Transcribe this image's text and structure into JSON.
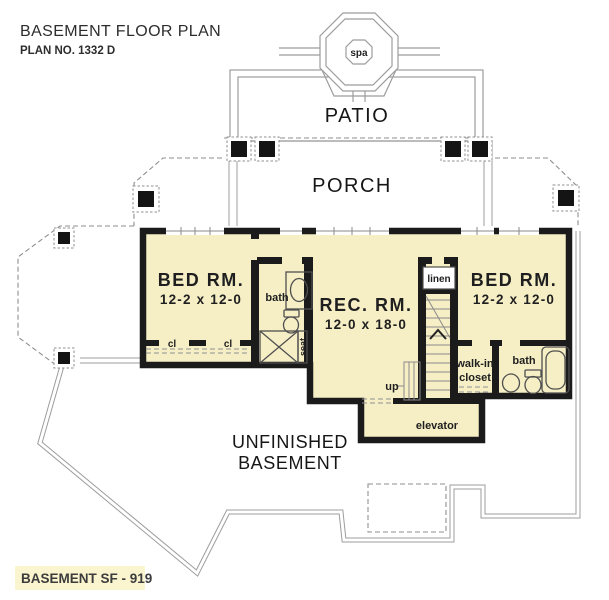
{
  "title": {
    "line1": "BASEMENT FLOOR PLAN",
    "line2": "PLAN NO. 1332 D"
  },
  "outdoor": {
    "spa": "spa",
    "patio": "PATIO",
    "porch": "PORCH"
  },
  "rooms": {
    "bed_left": {
      "name": "BED RM.",
      "dims": "12-2 x 12-0"
    },
    "rec": {
      "name": "REC. RM.",
      "dims": "12-0 x 18-0"
    },
    "bed_right": {
      "name": "BED RM.",
      "dims": "12-2 x 12-0"
    },
    "bath_left": "bath",
    "bath_right": "bath",
    "linen": "linen",
    "walk_in_1": "walk-in",
    "walk_in_2": "closet",
    "elevator": "elevator",
    "up": "up",
    "seat": "seat",
    "cl_left": "cl",
    "cl_right": "cl"
  },
  "basement": {
    "line1": "UNFINISHED",
    "line2": "BASEMENT"
  },
  "footer": {
    "sf_label": "BASEMENT SF - 919"
  },
  "colors": {
    "floor_fill": "#f6efc6",
    "wall": "#1b1b1b",
    "outline_gray": "#9c9c9c",
    "highlight": "#fbf5cf"
  }
}
